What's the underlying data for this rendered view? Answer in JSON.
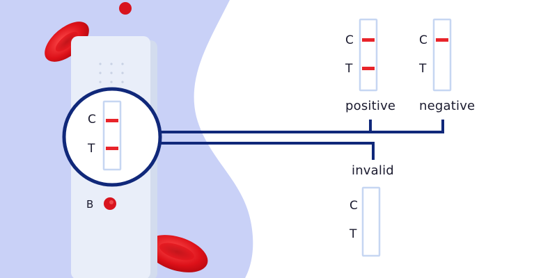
{
  "colors": {
    "background_blob": "#c9d1f7",
    "device": "#e6ecf8",
    "device_shadow": "#d3dcee",
    "strip_border": "#c6d6f2",
    "line": "#e8242a",
    "connector": "#10287a",
    "blood": "#d8141e",
    "text": "#1a1a2e"
  },
  "device": {
    "control_label": "C",
    "test_label": "T",
    "buffer_label": "B",
    "control_line_visible": true,
    "test_line_visible": true
  },
  "results": [
    {
      "key": "positive",
      "label": "positive",
      "control_label": "C",
      "test_label": "T",
      "control_line": true,
      "test_line": true
    },
    {
      "key": "negative",
      "label": "negative",
      "control_label": "C",
      "test_label": "T",
      "control_line": true,
      "test_line": false
    },
    {
      "key": "invalid",
      "label": "invalid",
      "control_label": "C",
      "test_label": "T",
      "control_line": false,
      "test_line": false
    }
  ],
  "icons": [
    "blood-drop-icon",
    "red-blood-cell-icon"
  ]
}
